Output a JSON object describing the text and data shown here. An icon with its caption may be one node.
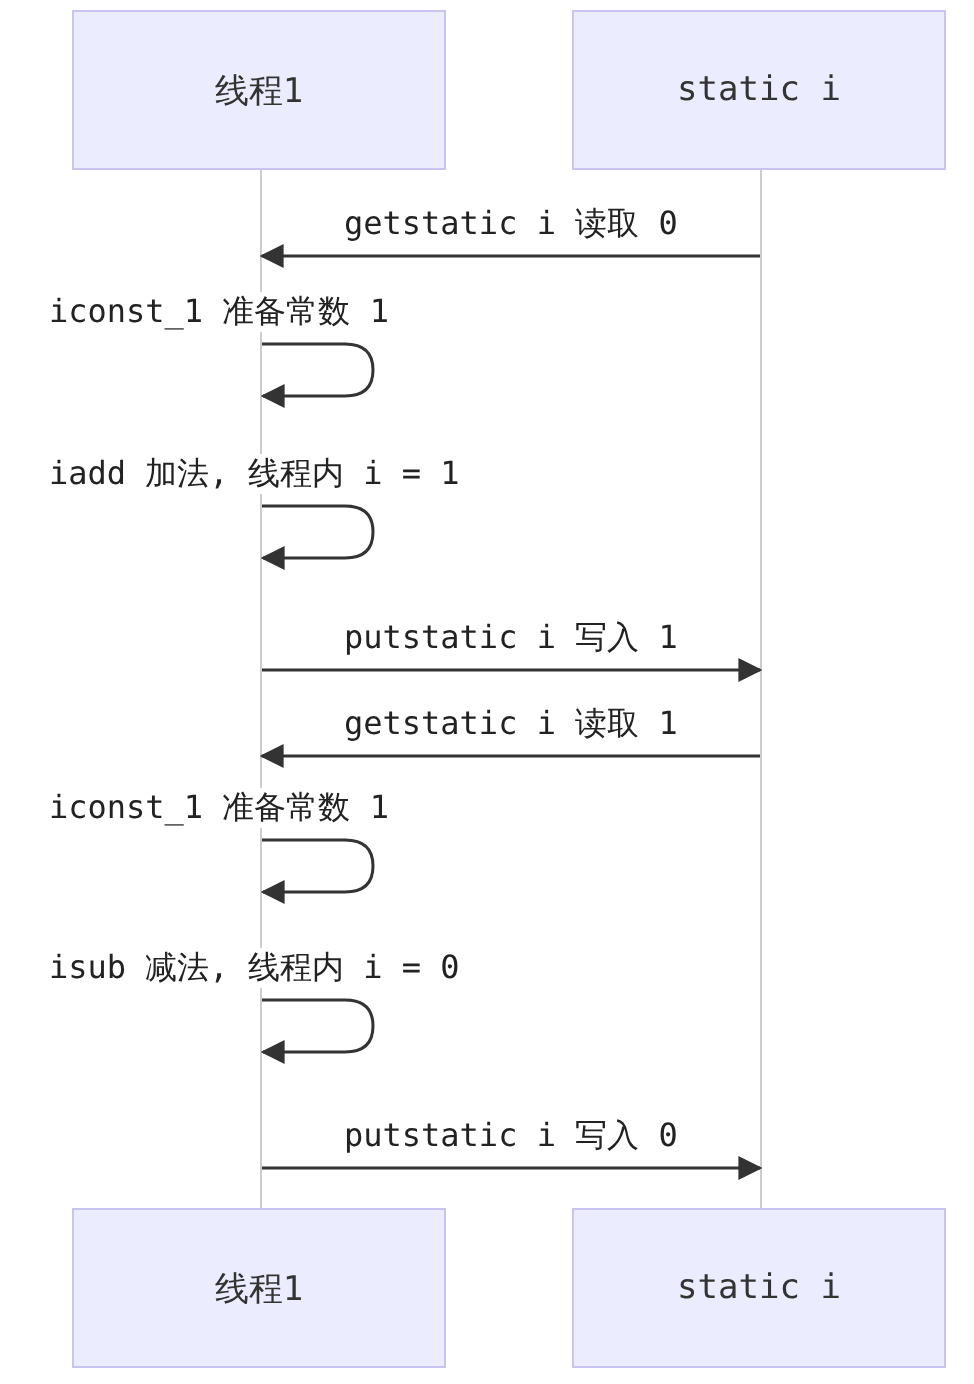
{
  "diagram": {
    "nodes": [
      {
        "text": [
          "线程1"
        ]
      },
      {
        "text": [
          "static i"
        ]
      },
      {
        "text": [
          "线程1"
        ]
      },
      {
        "text": [
          "static i"
        ]
      },
      {
        "text": [],
        "shape": "line"
      },
      {
        "text": [],
        "shape": "line"
      }
    ],
    "edges": [
      {
        "from": 5,
        "to": 4,
        "arrow": "to",
        "label": "getstatic i 读取 0"
      },
      {
        "from": 4,
        "to": 4,
        "arrow": "to",
        "label": "iconst_1 准备常数 1"
      },
      {
        "from": 4,
        "to": 4,
        "arrow": "to",
        "label": "iadd 加法, 线程内 i = 1"
      },
      {
        "from": 4,
        "to": 5,
        "arrow": "to",
        "label": "putstatic i 写入 1"
      },
      {
        "from": 5,
        "to": 4,
        "arrow": "to",
        "label": "getstatic i 读取 1"
      },
      {
        "from": 4,
        "to": 4,
        "arrow": "to",
        "label": "iconst_1 准备常数 1"
      },
      {
        "from": 4,
        "to": 4,
        "arrow": "to",
        "label": "isub 减法, 线程内 i = 0"
      },
      {
        "from": 4,
        "to": 5,
        "arrow": "to",
        "label": "putstatic i 写入 0"
      }
    ]
  }
}
